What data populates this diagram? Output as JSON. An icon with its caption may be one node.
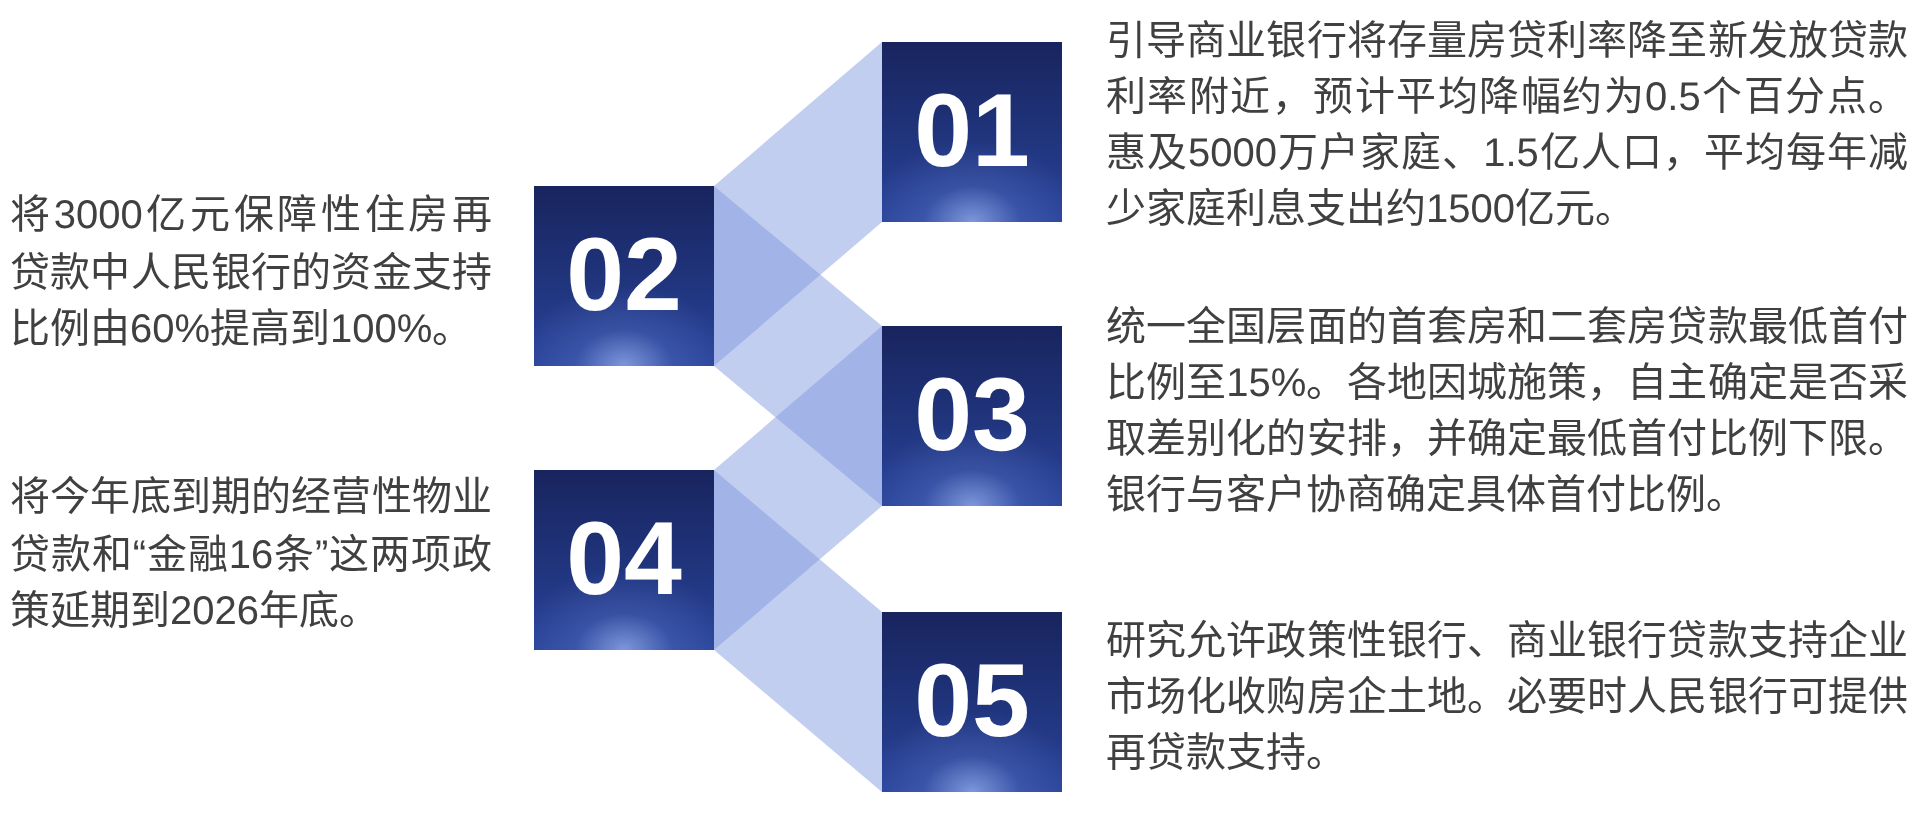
{
  "diagram": {
    "nodes": [
      {
        "text": [
          "01"
        ],
        "beside": [
          "引导商业银行将存量房贷利率降至新发放贷款利率附近，预计平均降幅约为0.5个百分点。惠及5000万户家庭、1.5亿人口，平均每年减少家庭利息支出约1500亿元。"
        ]
      },
      {
        "text": [
          "02"
        ],
        "beside": [
          "将3000亿元保障性住房再贷款中人民银行的资金支持比例由60%提高到100%。"
        ]
      },
      {
        "text": [
          "03"
        ],
        "beside": [
          "统一全国层面的首套房和二套房贷款最低首付比例至15%。各地因城施策，自主确定是否采取差别化的安排，并确定最低首付比例下限。银行与客户协商确定具体首付比例。"
        ]
      },
      {
        "text": [
          "04"
        ],
        "beside": [
          "将今年底到期的经营性物业贷款和“金融16条”这两项政策延期到2026年底。"
        ]
      },
      {
        "text": [
          "05"
        ],
        "beside": [
          "研究允许政策性银行、商业银行贷款支持企业市场化收购房企土地。必要时人民银行可提供再贷款支持。"
        ]
      }
    ],
    "edges": [
      {
        "from": 0,
        "to": 1,
        "arrow": "none"
      },
      {
        "from": 1,
        "to": 2,
        "arrow": "none"
      },
      {
        "from": 2,
        "to": 3,
        "arrow": "none"
      },
      {
        "from": 3,
        "to": 4,
        "arrow": "none"
      }
    ]
  }
}
